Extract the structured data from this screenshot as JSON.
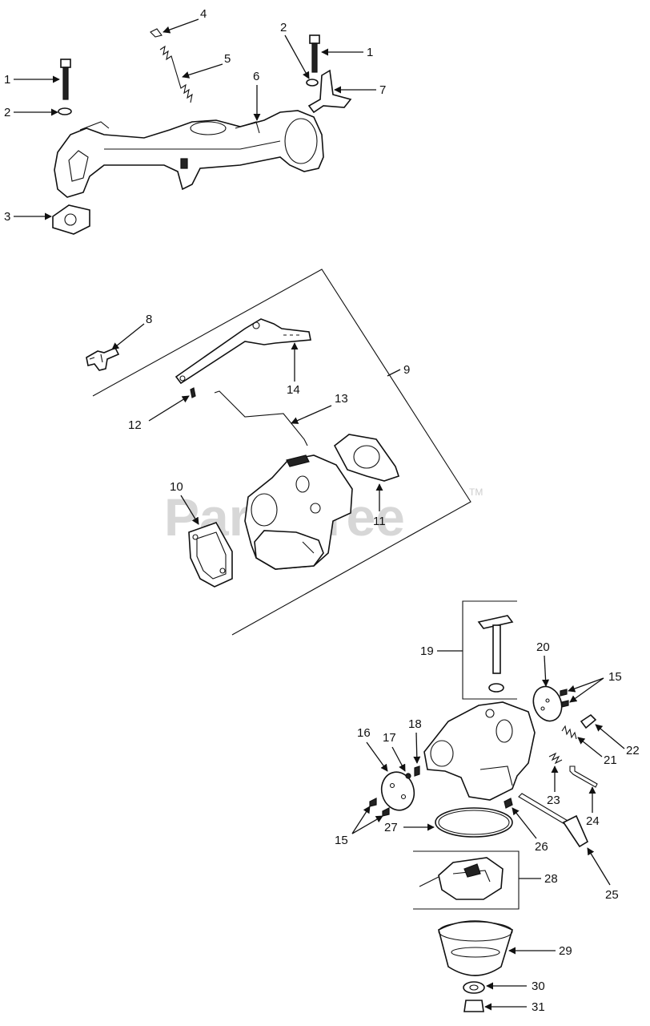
{
  "watermark": {
    "text": "PartsTree",
    "tm": "TM"
  },
  "callouts": {
    "c1a": "1",
    "c2a": "2",
    "c3": "3",
    "c4": "4",
    "c5": "5",
    "c6": "6",
    "c2b": "2",
    "c1b": "1",
    "c7": "7",
    "c8": "8",
    "c9": "9",
    "c10": "10",
    "c11": "11",
    "c12": "12",
    "c13": "13",
    "c14": "14",
    "c15a": "15",
    "c15b": "15",
    "c16": "16",
    "c17": "17",
    "c18": "18",
    "c19": "19",
    "c20": "20",
    "c21": "21",
    "c22": "22",
    "c23": "23",
    "c24": "24",
    "c25": "25",
    "c26": "26",
    "c27": "27",
    "c28": "28",
    "c29": "29",
    "c30": "30",
    "c31": "31"
  }
}
